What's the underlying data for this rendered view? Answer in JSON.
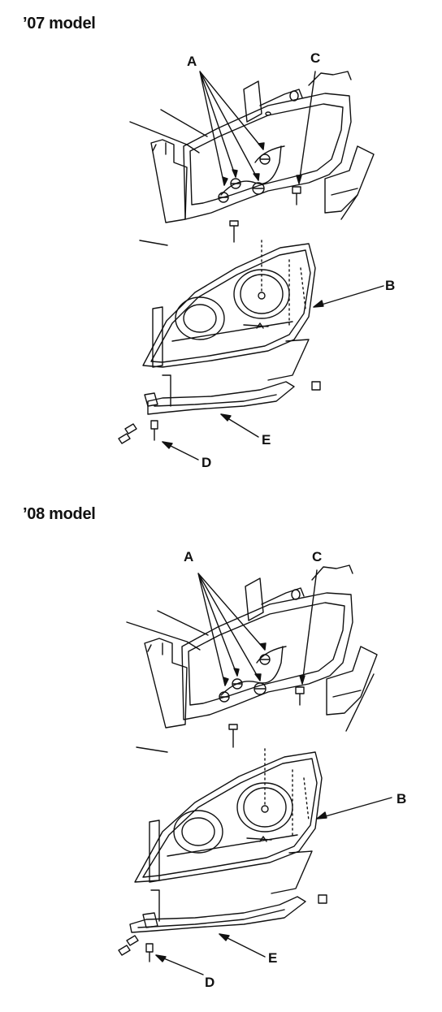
{
  "sections": [
    {
      "title": "’07 model",
      "callouts": {
        "a": "A",
        "b": "B",
        "c": "C",
        "d": "D",
        "e": "E"
      }
    },
    {
      "title": "’08 model",
      "callouts": {
        "a": "A",
        "b": "B",
        "c": "C",
        "d": "D",
        "e": "E"
      }
    }
  ],
  "colors": {
    "ink": "#111111",
    "paper": "#ffffff"
  }
}
